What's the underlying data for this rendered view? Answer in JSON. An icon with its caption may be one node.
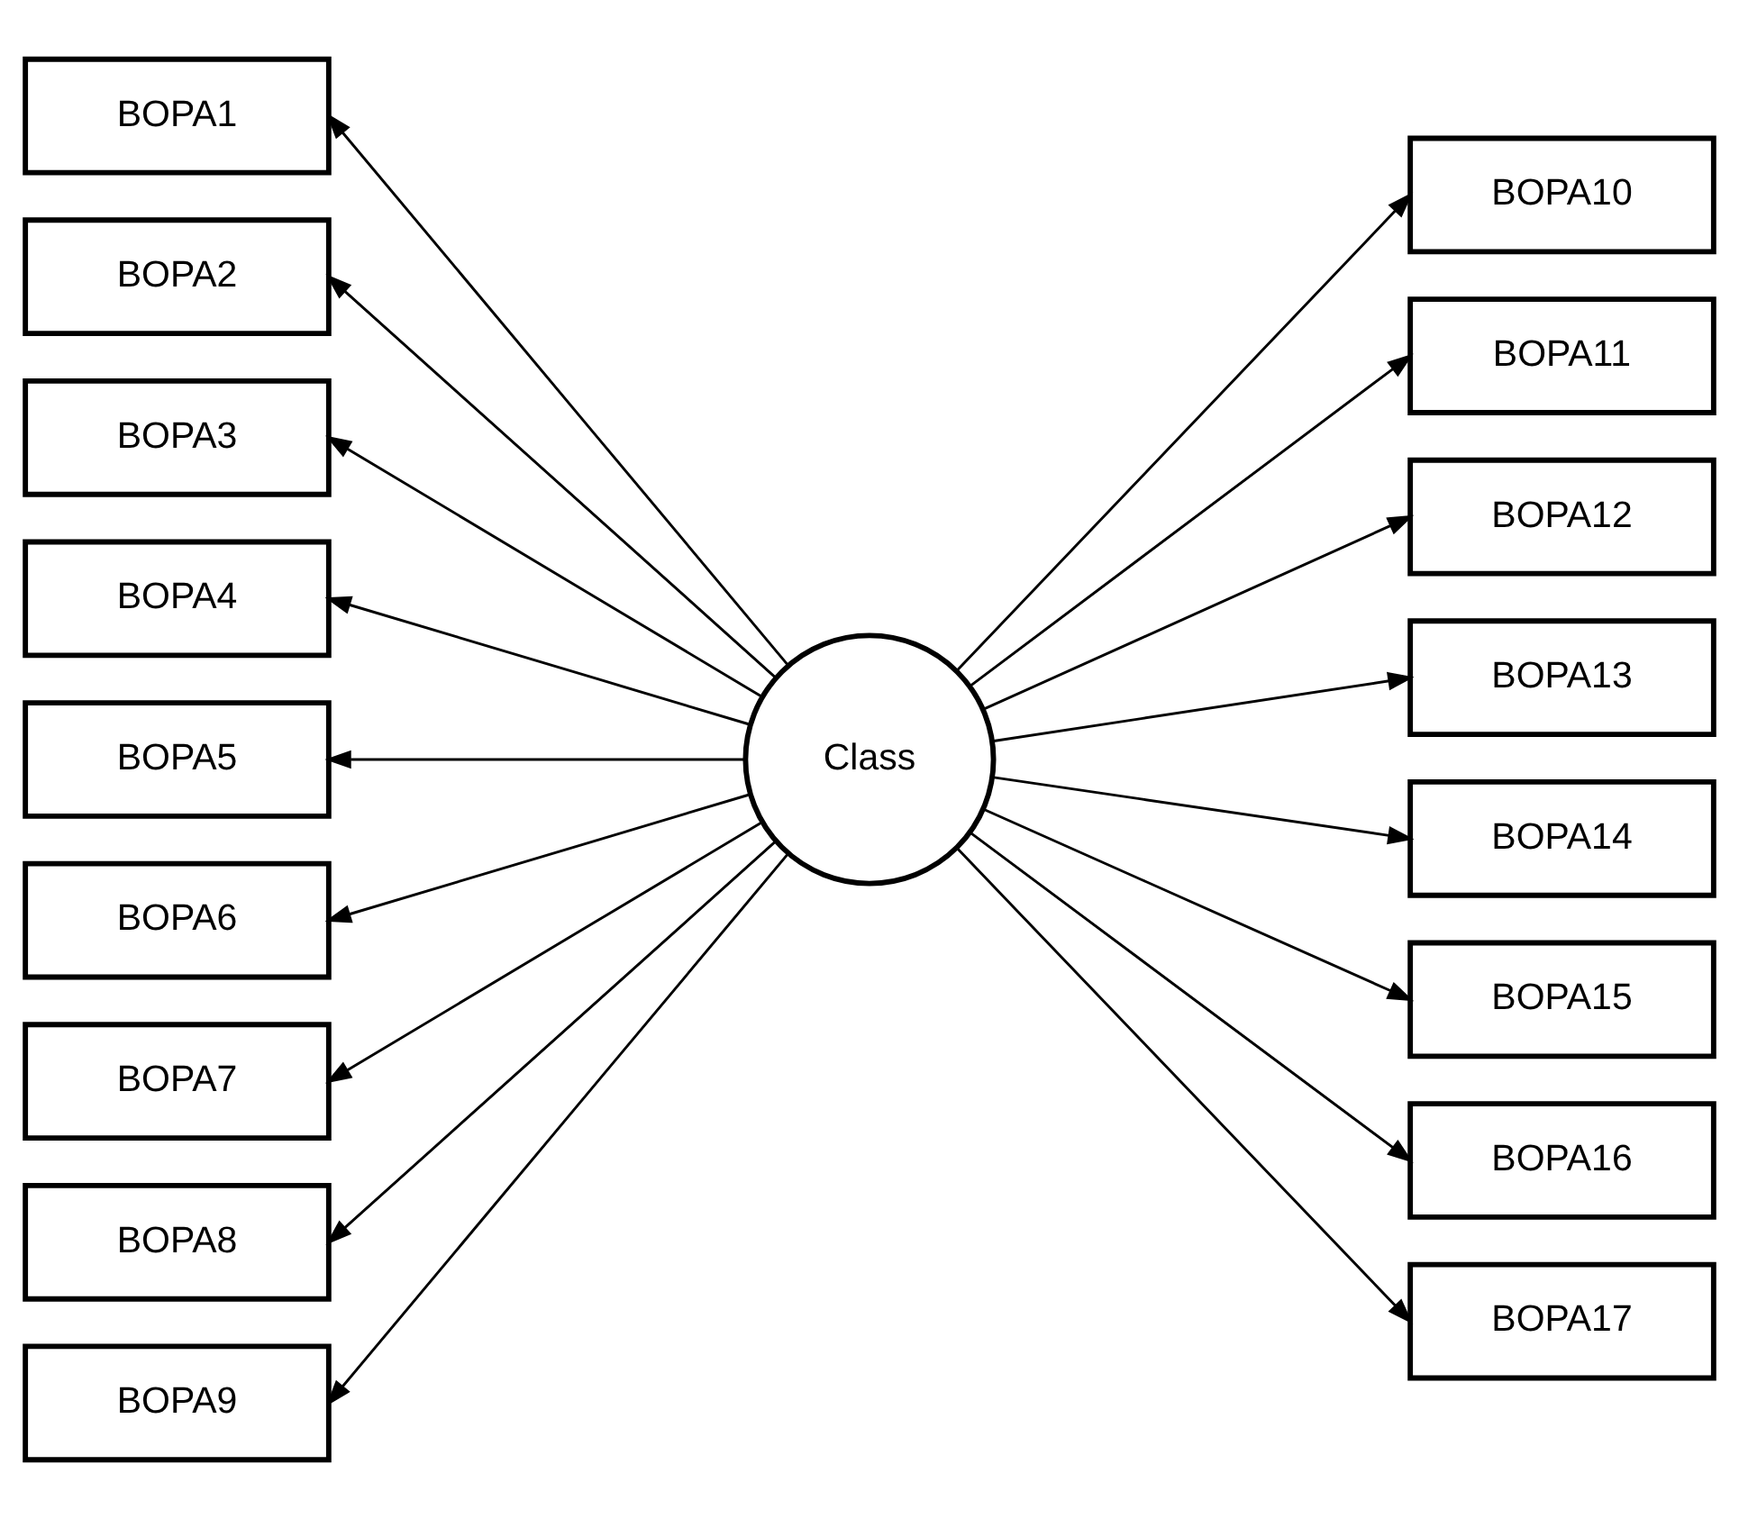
{
  "diagram": {
    "nodes": [
      {
        "text": [
          "Class"
        ]
      },
      {
        "text": [
          "BOPA1"
        ]
      },
      {
        "text": [
          "BOPA2"
        ]
      },
      {
        "text": [
          "BOPA3"
        ]
      },
      {
        "text": [
          "BOPA4"
        ]
      },
      {
        "text": [
          "BOPA5"
        ]
      },
      {
        "text": [
          "BOPA6"
        ]
      },
      {
        "text": [
          "BOPA7"
        ]
      },
      {
        "text": [
          "BOPA8"
        ]
      },
      {
        "text": [
          "BOPA9"
        ]
      },
      {
        "text": [
          "BOPA10"
        ]
      },
      {
        "text": [
          "BOPA11"
        ]
      },
      {
        "text": [
          "BOPA12"
        ]
      },
      {
        "text": [
          "BOPA13"
        ]
      },
      {
        "text": [
          "BOPA14"
        ]
      },
      {
        "text": [
          "BOPA15"
        ]
      },
      {
        "text": [
          "BOPA16"
        ]
      },
      {
        "text": [
          "BOPA17"
        ]
      }
    ],
    "edges": [
      {
        "from": 0,
        "to": 1,
        "arrow": "to"
      },
      {
        "from": 0,
        "to": 2,
        "arrow": "to"
      },
      {
        "from": 0,
        "to": 3,
        "arrow": "to"
      },
      {
        "from": 0,
        "to": 4,
        "arrow": "to"
      },
      {
        "from": 0,
        "to": 5,
        "arrow": "to"
      },
      {
        "from": 0,
        "to": 6,
        "arrow": "to"
      },
      {
        "from": 0,
        "to": 7,
        "arrow": "to"
      },
      {
        "from": 0,
        "to": 8,
        "arrow": "to"
      },
      {
        "from": 0,
        "to": 9,
        "arrow": "to"
      },
      {
        "from": 0,
        "to": 10,
        "arrow": "to"
      },
      {
        "from": 0,
        "to": 11,
        "arrow": "to"
      },
      {
        "from": 0,
        "to": 12,
        "arrow": "to"
      },
      {
        "from": 0,
        "to": 13,
        "arrow": "to"
      },
      {
        "from": 0,
        "to": 14,
        "arrow": "to"
      },
      {
        "from": 0,
        "to": 15,
        "arrow": "to"
      },
      {
        "from": 0,
        "to": 16,
        "arrow": "to"
      },
      {
        "from": 0,
        "to": 17,
        "arrow": "to"
      }
    ]
  }
}
